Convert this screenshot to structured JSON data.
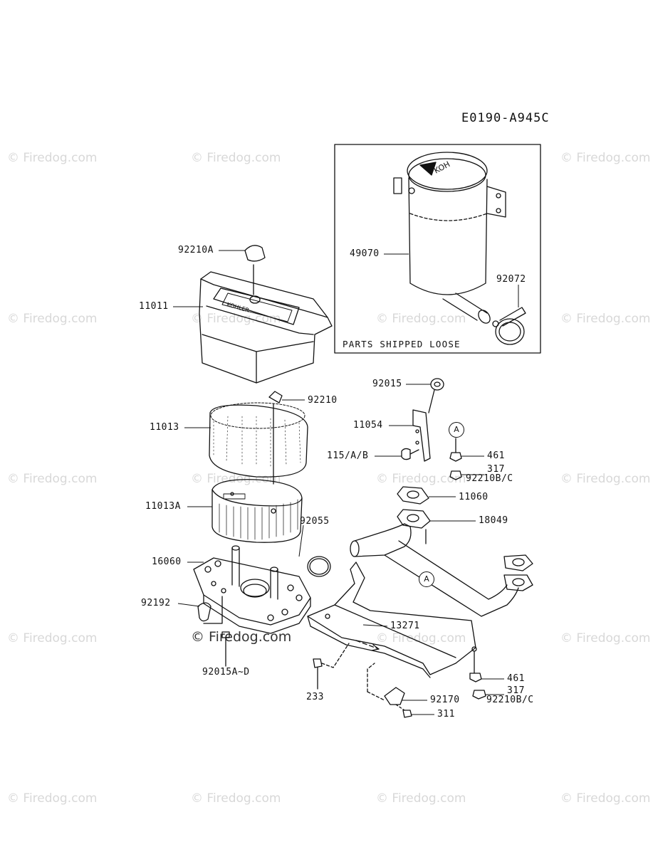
{
  "diagram_code": "E0190-A945C",
  "loose_note": "PARTS SHIPPED LOOSE",
  "watermark": "© Firedog.com",
  "callout_letter": "A",
  "labels": {
    "p92210A": "92210A",
    "p11011": "11011",
    "p92210": "92210",
    "p11013": "11013",
    "p11013A": "11013A",
    "p92055": "92055",
    "p16060": "16060",
    "p92192": "92192",
    "p92015AD": "92015A~D",
    "p233": "233",
    "p49070": "49070",
    "p92072": "92072",
    "p92015": "92015",
    "p11054": "11054",
    "p115AB": "115/A/B",
    "p461a": "461",
    "p317a": "317",
    "p92210BCa": "92210B/C",
    "p11060": "11060",
    "p18049": "18049",
    "p13271": "13271",
    "p461b": "461",
    "p317b": "317",
    "p92210BCb": "92210B/C",
    "p92170": "92170",
    "p311": "311"
  },
  "colors": {
    "line": "#111111",
    "watermark": "#d8d8d8"
  }
}
